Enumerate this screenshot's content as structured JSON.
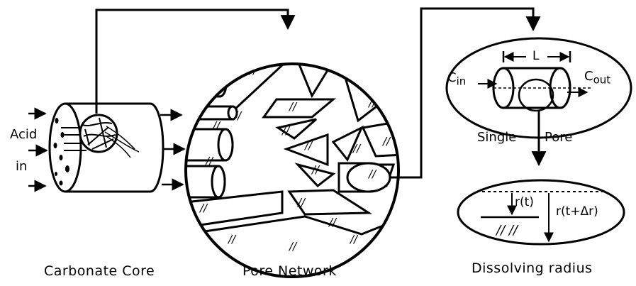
{
  "core": {
    "caption": "Carbonate  Core",
    "inlet_label_1": "Acid",
    "inlet_label_2": "in"
  },
  "network": {
    "caption": "Pore Network"
  },
  "single_pore": {
    "length_label": "L",
    "c_in": "C",
    "c_in_sub": "in",
    "c_out": "C",
    "c_out_sub": "out",
    "label_1": "Single",
    "label_2": "Pore"
  },
  "dissolution": {
    "caption": "Dissolving radius",
    "r_t": "r(t)",
    "r_t_dt": "r(t+Δr)"
  },
  "hatch_mark": "//",
  "colors": {
    "stroke": "#000000",
    "background": "#ffffff"
  }
}
